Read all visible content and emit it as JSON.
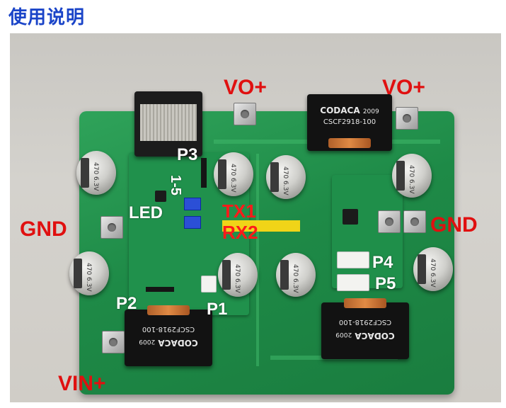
{
  "title": "使用说明",
  "labels": {
    "vo_left": "VO+",
    "vo_right": "VO+",
    "gnd_left": "GND",
    "gnd_right": "GND",
    "vin": "VIN+",
    "p1": "P1",
    "p2": "P2",
    "p3": "P3",
    "range": "1-5",
    "led": "LED",
    "tx1": "TX1",
    "rx2": "RX2",
    "p4": "P4",
    "p5": "P5"
  },
  "components": {
    "inductor_brand": "CODACA",
    "inductor_year": "2009",
    "inductor_part": "CSCF2918-100",
    "capacitor_marking": "470 6.3V"
  },
  "colors": {
    "title": "#1a44c8",
    "callout_red": "#e01010",
    "callout_white": "#ffffff",
    "pcb_green": "#1e8a47"
  }
}
